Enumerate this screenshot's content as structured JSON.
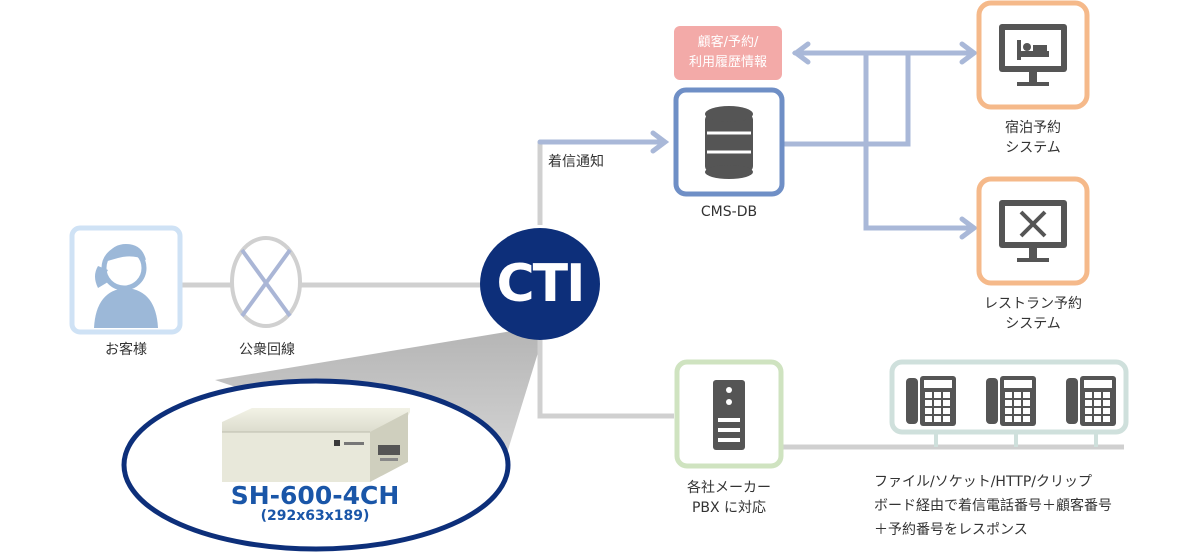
{
  "nodes": {
    "customer": "お客様",
    "public_line": "公衆回線",
    "cti": "CTI",
    "cms_db": "CMS-DB",
    "pbx_line1": "各社メーカー",
    "pbx_line2": "PBX に対応",
    "hotel_line1": "宿泊予約",
    "hotel_line2": "システム",
    "restaurant_line1": "レストラン予約",
    "restaurant_line2": "システム"
  },
  "badge": {
    "line1": "顧客/予約/",
    "line2": "利用履歴情報"
  },
  "edges": {
    "incoming_notice": "着信通知"
  },
  "response_text": {
    "line1": "ファイル/ソケット/HTTP/クリップ",
    "line2": "ボード経由で着信電話番号＋顧客番号",
    "line3": "＋予約番号をレスポンス"
  },
  "product": {
    "model": "SH-600-4CH",
    "dimensions": "(292x63x189)"
  },
  "colors": {
    "cti_blue": "#0d2f7a",
    "line_gray": "#d0d0d0",
    "arrow_blue": "#a9b8d8",
    "customer_frame": "#cfe2f5",
    "db_frame": "#6f8fc6",
    "system_frame": "#f5b98a",
    "pbx_frame": "#cfe3c0",
    "phones_frame": "#cfe0dc",
    "badge_pink": "#f3aaa8",
    "product_text": "#1a56a8"
  }
}
